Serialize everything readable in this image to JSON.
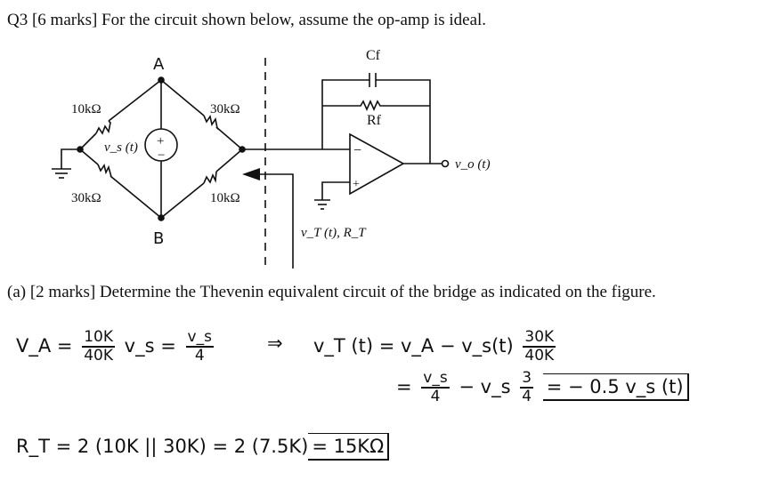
{
  "question": {
    "header": "Q3 [6 marks] For the circuit shown below, assume the op-amp is ideal.",
    "part_a": "(a) [2 marks] Determine the Thevenin equivalent circuit of the bridge as indicated on the figure."
  },
  "circuit": {
    "node_a": "A",
    "node_b": "B",
    "r_top_left": "10kΩ",
    "r_top_right": "30kΩ",
    "r_bottom_left": "30kΩ",
    "r_bottom_right": "10kΩ",
    "source_label": "v_s (t)",
    "source_plus": "+",
    "source_minus": "−",
    "cf_label": "Cf",
    "rf_label": "Rf",
    "opamp_minus": "−",
    "opamp_plus": "+",
    "output_label": "v_o (t)",
    "thevenin_label": "v_T (t), R_T"
  },
  "solution": {
    "va_lhs": "V_A =",
    "va_frac_num": "10K",
    "va_frac_den": "40K",
    "va_vs": "v_s",
    "va_eq": "=",
    "va_res_num": "v_s",
    "va_res_den": "4",
    "implies": "⇒",
    "vt_lhs": "v_T (t) = v_A − v_s(t)",
    "vt_frac_num": "30K",
    "vt_frac_den": "40K",
    "line2_eq": "=",
    "line2_f1_num": "v_s",
    "line2_f1_den": "4",
    "line2_minus": "− v_s",
    "line2_f2_num": "3",
    "line2_f2_den": "4",
    "line2_result": "= − 0.5 v_s (t)",
    "rt_line": "R_T = 2 (10K || 30K) = 2 (7.5K)",
    "rt_result": "= 15KΩ"
  }
}
